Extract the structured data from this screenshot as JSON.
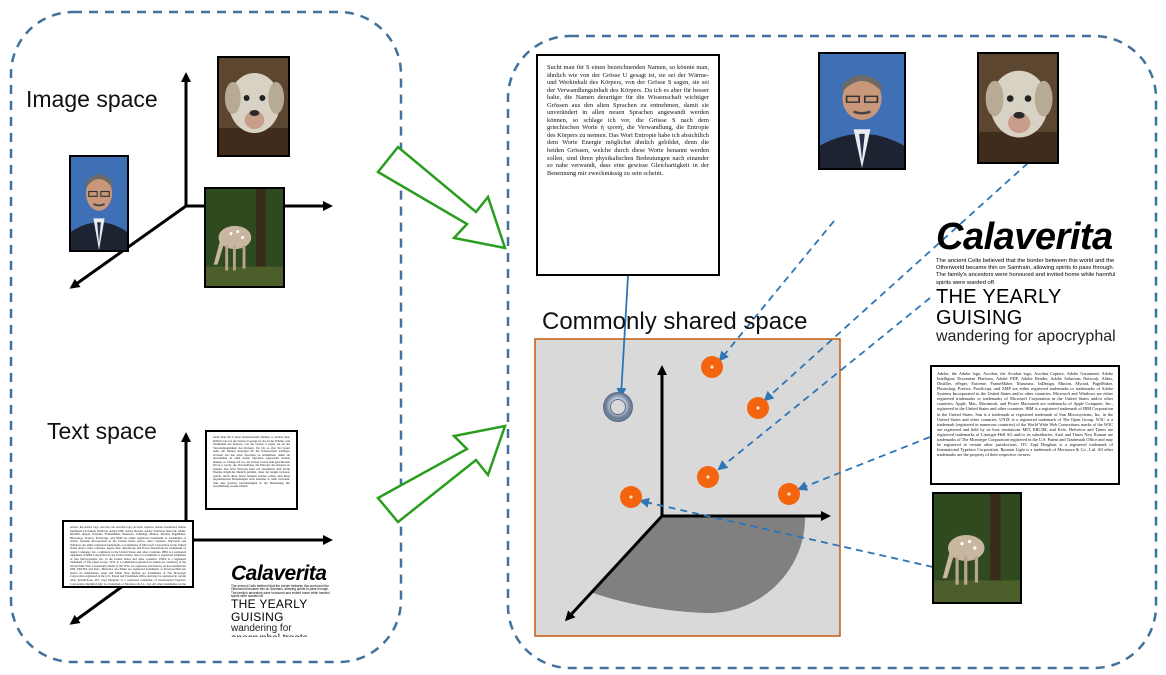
{
  "labels": {
    "image_space": "Image space",
    "text_space": "Text space",
    "shared_space": "Commonly shared space"
  },
  "text_documents": {
    "german_paragraph": "Sucht man für S einen bezeichnenden Namen, so könnte man, ähnlich wie von der Grösse U gesagt ist, sie sei der Wärme- und Werkinhalt des Körpers, von der Grösse S sagen, sie sei der Verwandlungsinhalt des Körpers. Da ich es aber für besser halte, die Namen derartiger für die Wissenschaft wichtiger Grössen aus den alten Sprachen zu entnehmen, damit sie unverändert in allen neuen Sprachen angewandt werden können, so schlage ich vor, die Grösse S nach dem griechischen Worte ἡ τροπή, die Verwandlung, die Entropie des Körpers zu nennen. Das Wort Entropie habe ich absichtlich dem Worte Energie möglichst ähnlich gebildet, denn die beiden Grössen, welche durch diese Worte benannt werden sollen, sind ihren physikalischen Bedeutungen nach einander so nahe verwandt, dass eine gewisse Gleichartigkeit in der Benennung mir zweckmässig zu sein scheint.",
    "trademark_paragraph": "Adobe, the Adobe logo, Acrobat, the Acrobat logo, Acrobat Capture, Adobe Garamond, Adobe Intelligent Document Platform, Adobe PDF, Adobe Reader, Adobe Solutions Network, Aldus, Distiller, ePaper, Extreme, FrameMaker, Illustrator, InDesign, Minion, Myriad, PageMaker, Photoshop, Poetica, PostScript, and XMP are either registered trademarks or trademarks of Adobe Systems Incorporated in the United States and/or other countries. Microsoft and Windows are either registered trademarks or trademarks of Microsoft Corporation in the United States and/or other countries. Apple, Mac, Macintosh, and Power Macintosh are trademarks of Apple Computer, Inc., registered in the United States and other countries. IBM is a registered trademark of IBM Corporation in the United States. Sun is a trademark or registered trademark of Sun Microsystems, Inc. in the United States and other countries. UNIX is a registered trademark of The Open Group. W3C is a trademark (registered in numerous countries) of the World Wide Web Consortium; marks of the W3C are registered and held by its host institutions MIT, ERCIM, and Keio. Helvetica and Times are registered trademarks of Linotype-Hell AG and/or its subsidiaries. Arial and Times New Roman are trademarks of The Monotype Corporation registered in the U.S. Patent and Trademark Office and may be registered in certain other jurisdictions. ITC Zapf Dingbats is a registered trademark of International Typeface Corporation. Ryumin Light is a trademark of Morisawa & Co., Ltd. All other trademarks are the property of their respective owners.",
    "poster": {
      "title": "Calaverita",
      "body": "The ancient Celts believed that the border between this world and the Otherworld became thin on Samhain, allowing spirits to pass through. The family's ancestors were honoured and invited home while harmful spirits were warded off.",
      "heading": "THE YEARLY GUISING",
      "tagline": "wandering for apocryphal treats"
    }
  },
  "photos": [
    {
      "name": "dog-photo",
      "subject": "white puppy"
    },
    {
      "name": "man-portrait-photo",
      "subject": "man in suit and glasses"
    },
    {
      "name": "fawn-photo",
      "subject": "spotted fawn grazing in forest"
    }
  ],
  "colors": {
    "dashed_border": "#41719c",
    "transition_arrow": "#2a9d1e",
    "shared_space_fill": "#d9d9d9",
    "shared_space_border": "#c55a11",
    "shared_space_shadow": "#808080",
    "image_point": "#f4630e",
    "link_solid": "#2e75b6",
    "link_dashed": "#2e75b6"
  },
  "icons": {
    "axis": "axis-arrow-icon",
    "text_point": "ring-icon",
    "image_point": "orange-dot-icon",
    "transition": "hollow-arrow-icon"
  }
}
